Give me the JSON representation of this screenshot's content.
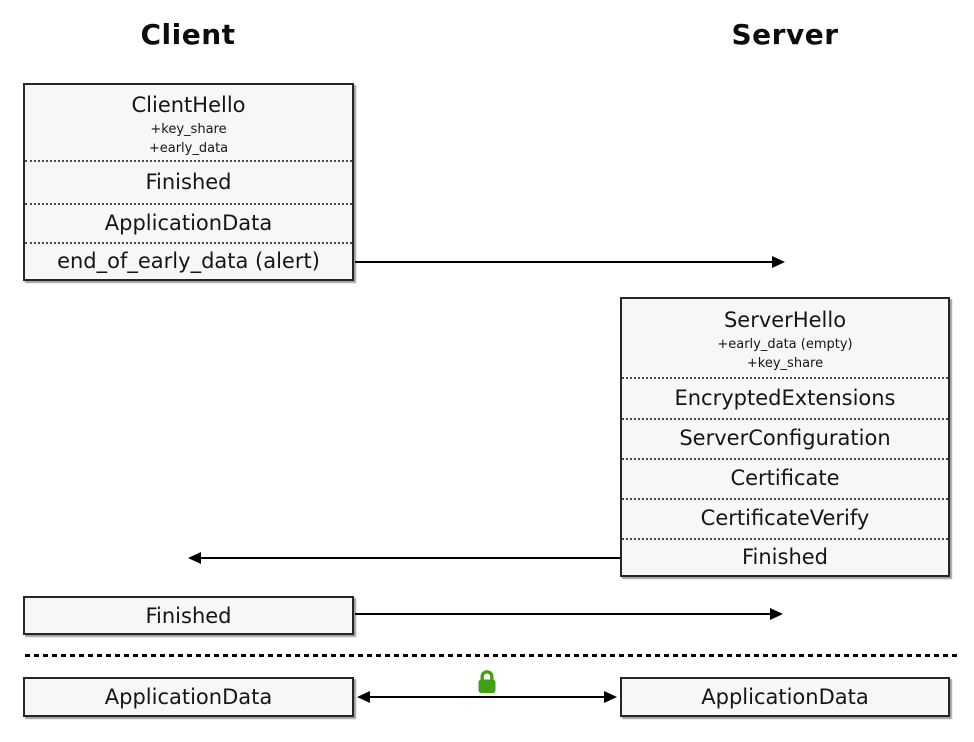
{
  "titles": {
    "client": "Client",
    "server": "Server"
  },
  "client_flight": {
    "rows": [
      {
        "label": "ClientHello",
        "sublabels": [
          "+key_share",
          "+early_data"
        ]
      },
      {
        "label": "Finished"
      },
      {
        "label": "ApplicationData"
      },
      {
        "label": "end_of_early_data (alert)"
      }
    ]
  },
  "server_flight": {
    "rows": [
      {
        "label": "ServerHello",
        "sublabels": [
          "+early_data (empty)",
          "+key_share"
        ]
      },
      {
        "label": "EncryptedExtensions"
      },
      {
        "label": "ServerConfiguration"
      },
      {
        "label": "Certificate"
      },
      {
        "label": "CertificateVerify"
      },
      {
        "label": "Finished"
      }
    ]
  },
  "standalone": {
    "client_finished": "Finished",
    "client_appdata": "ApplicationData",
    "server_appdata": "ApplicationData"
  },
  "icons": {
    "lock": "padlock"
  },
  "colors": {
    "box_fill": "#f7f7f7",
    "box_border": "#262626",
    "arrow": "#000000",
    "lock_green": "#3FA113",
    "text": "#111111"
  }
}
